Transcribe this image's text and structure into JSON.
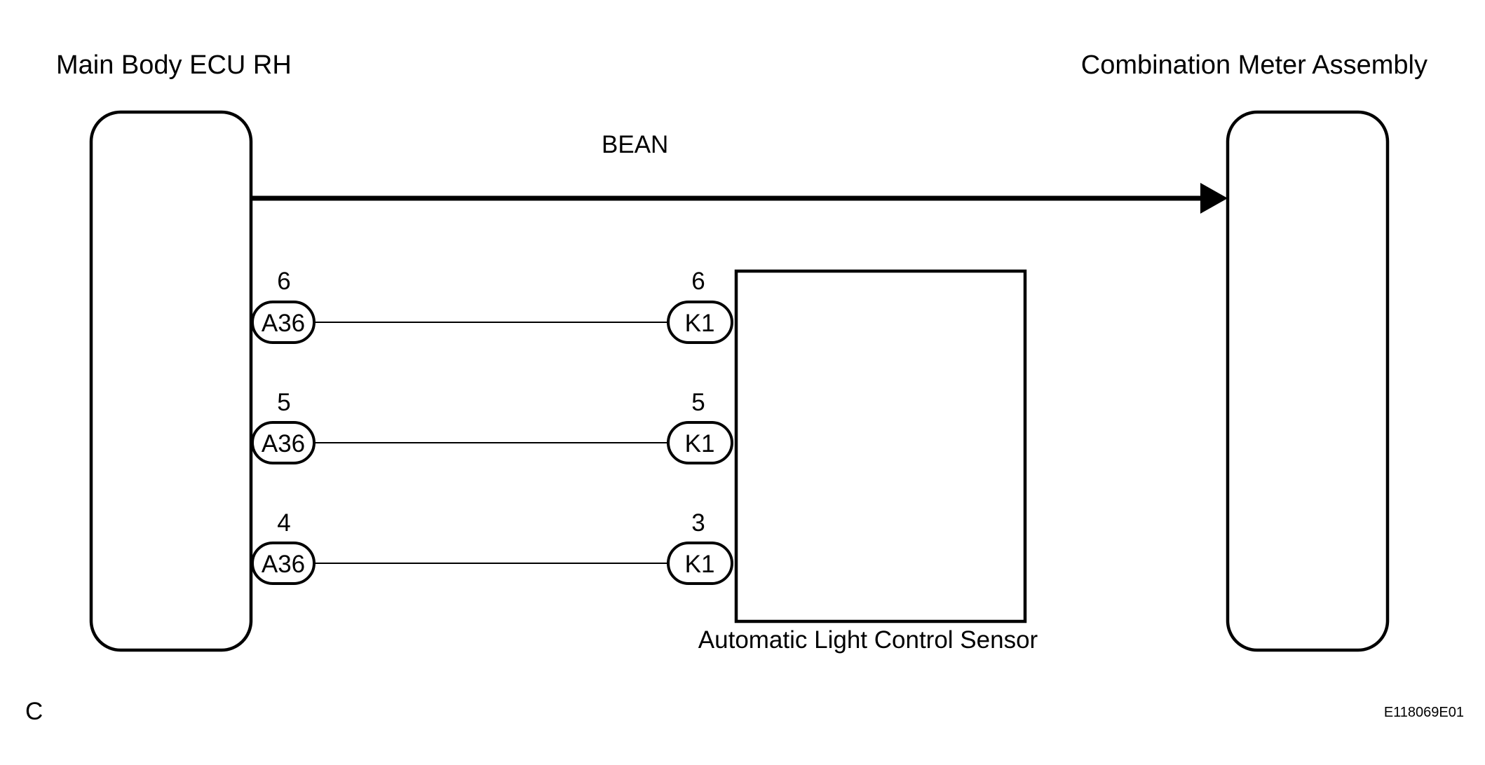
{
  "components": {
    "ecu": {
      "label": "Main Body ECU RH"
    },
    "meter": {
      "label": "Combination Meter Assembly"
    },
    "sensor": {
      "label": "Automatic Light Control Sensor"
    }
  },
  "bus": {
    "label": "BEAN",
    "direction": "ecu-to-meter"
  },
  "wires": [
    {
      "from_connector": "A36",
      "from_pin": "6",
      "to_connector": "K1",
      "to_pin": "6"
    },
    {
      "from_connector": "A36",
      "from_pin": "5",
      "to_connector": "K1",
      "to_pin": "5"
    },
    {
      "from_connector": "A36",
      "from_pin": "4",
      "to_connector": "K1",
      "to_pin": "3"
    }
  ],
  "footer": {
    "left_code": "C",
    "figure_id": "E118069E01"
  },
  "colors": {
    "line": "#000000",
    "background": "#ffffff"
  }
}
